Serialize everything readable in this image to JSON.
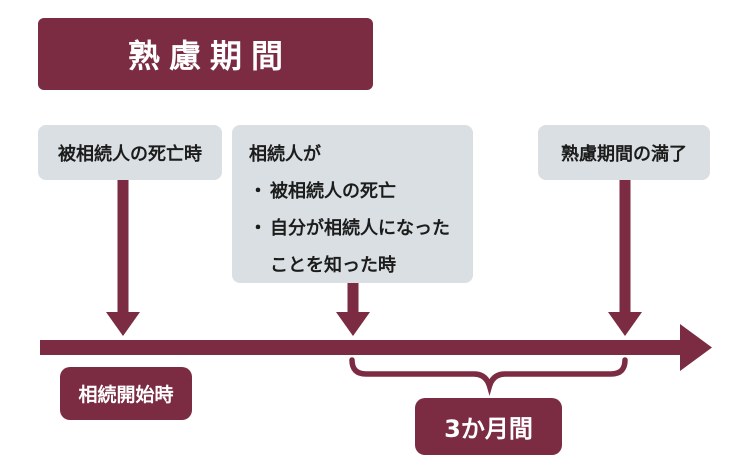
{
  "colors": {
    "maroon": "#7b2b42",
    "box_gray": "#d9dfe2",
    "text_dark": "#1c1c1c",
    "label_text": "#ffffff",
    "background": "#ffffff"
  },
  "title_banner": {
    "label": "熟慮期間"
  },
  "events": {
    "death": {
      "label": "被相続人の死亡時"
    },
    "knowledge": {
      "heading": "相続人が",
      "bullet_glyph": "・",
      "bullets": [
        "被相続人の死亡",
        "自分が相続人になった"
      ],
      "continuation": "ことを知った時"
    },
    "expiry": {
      "label": "熟慮期間の満了"
    }
  },
  "timeline": {
    "start_label": "相続開始時",
    "duration_label": "3か月間"
  }
}
